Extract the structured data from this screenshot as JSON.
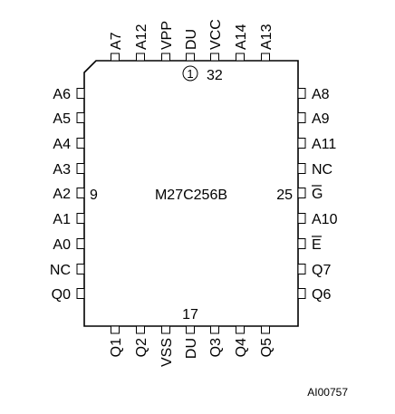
{
  "chip": {
    "part_number": "M27C256B",
    "figure_id": "AI00757",
    "pin1_marker": "1",
    "pin_numbers": {
      "top_right": "32",
      "left": "9",
      "right": "25",
      "bottom": "17"
    }
  },
  "pins": {
    "top": [
      "A7",
      "A12",
      "VPP",
      "DU",
      "VCC",
      "A14",
      "A13"
    ],
    "left": [
      "A6",
      "A5",
      "A4",
      "A3",
      "A2",
      "A1",
      "A0",
      "NC",
      "Q0"
    ],
    "right": [
      "A8",
      "A9",
      "A11",
      "NC",
      "G",
      "A10",
      "E",
      "Q7",
      "Q6"
    ],
    "bottom": [
      "Q1",
      "Q2",
      "VSS",
      "DU",
      "Q3",
      "Q4",
      "Q5"
    ],
    "active_low": [
      "G",
      "E"
    ]
  }
}
